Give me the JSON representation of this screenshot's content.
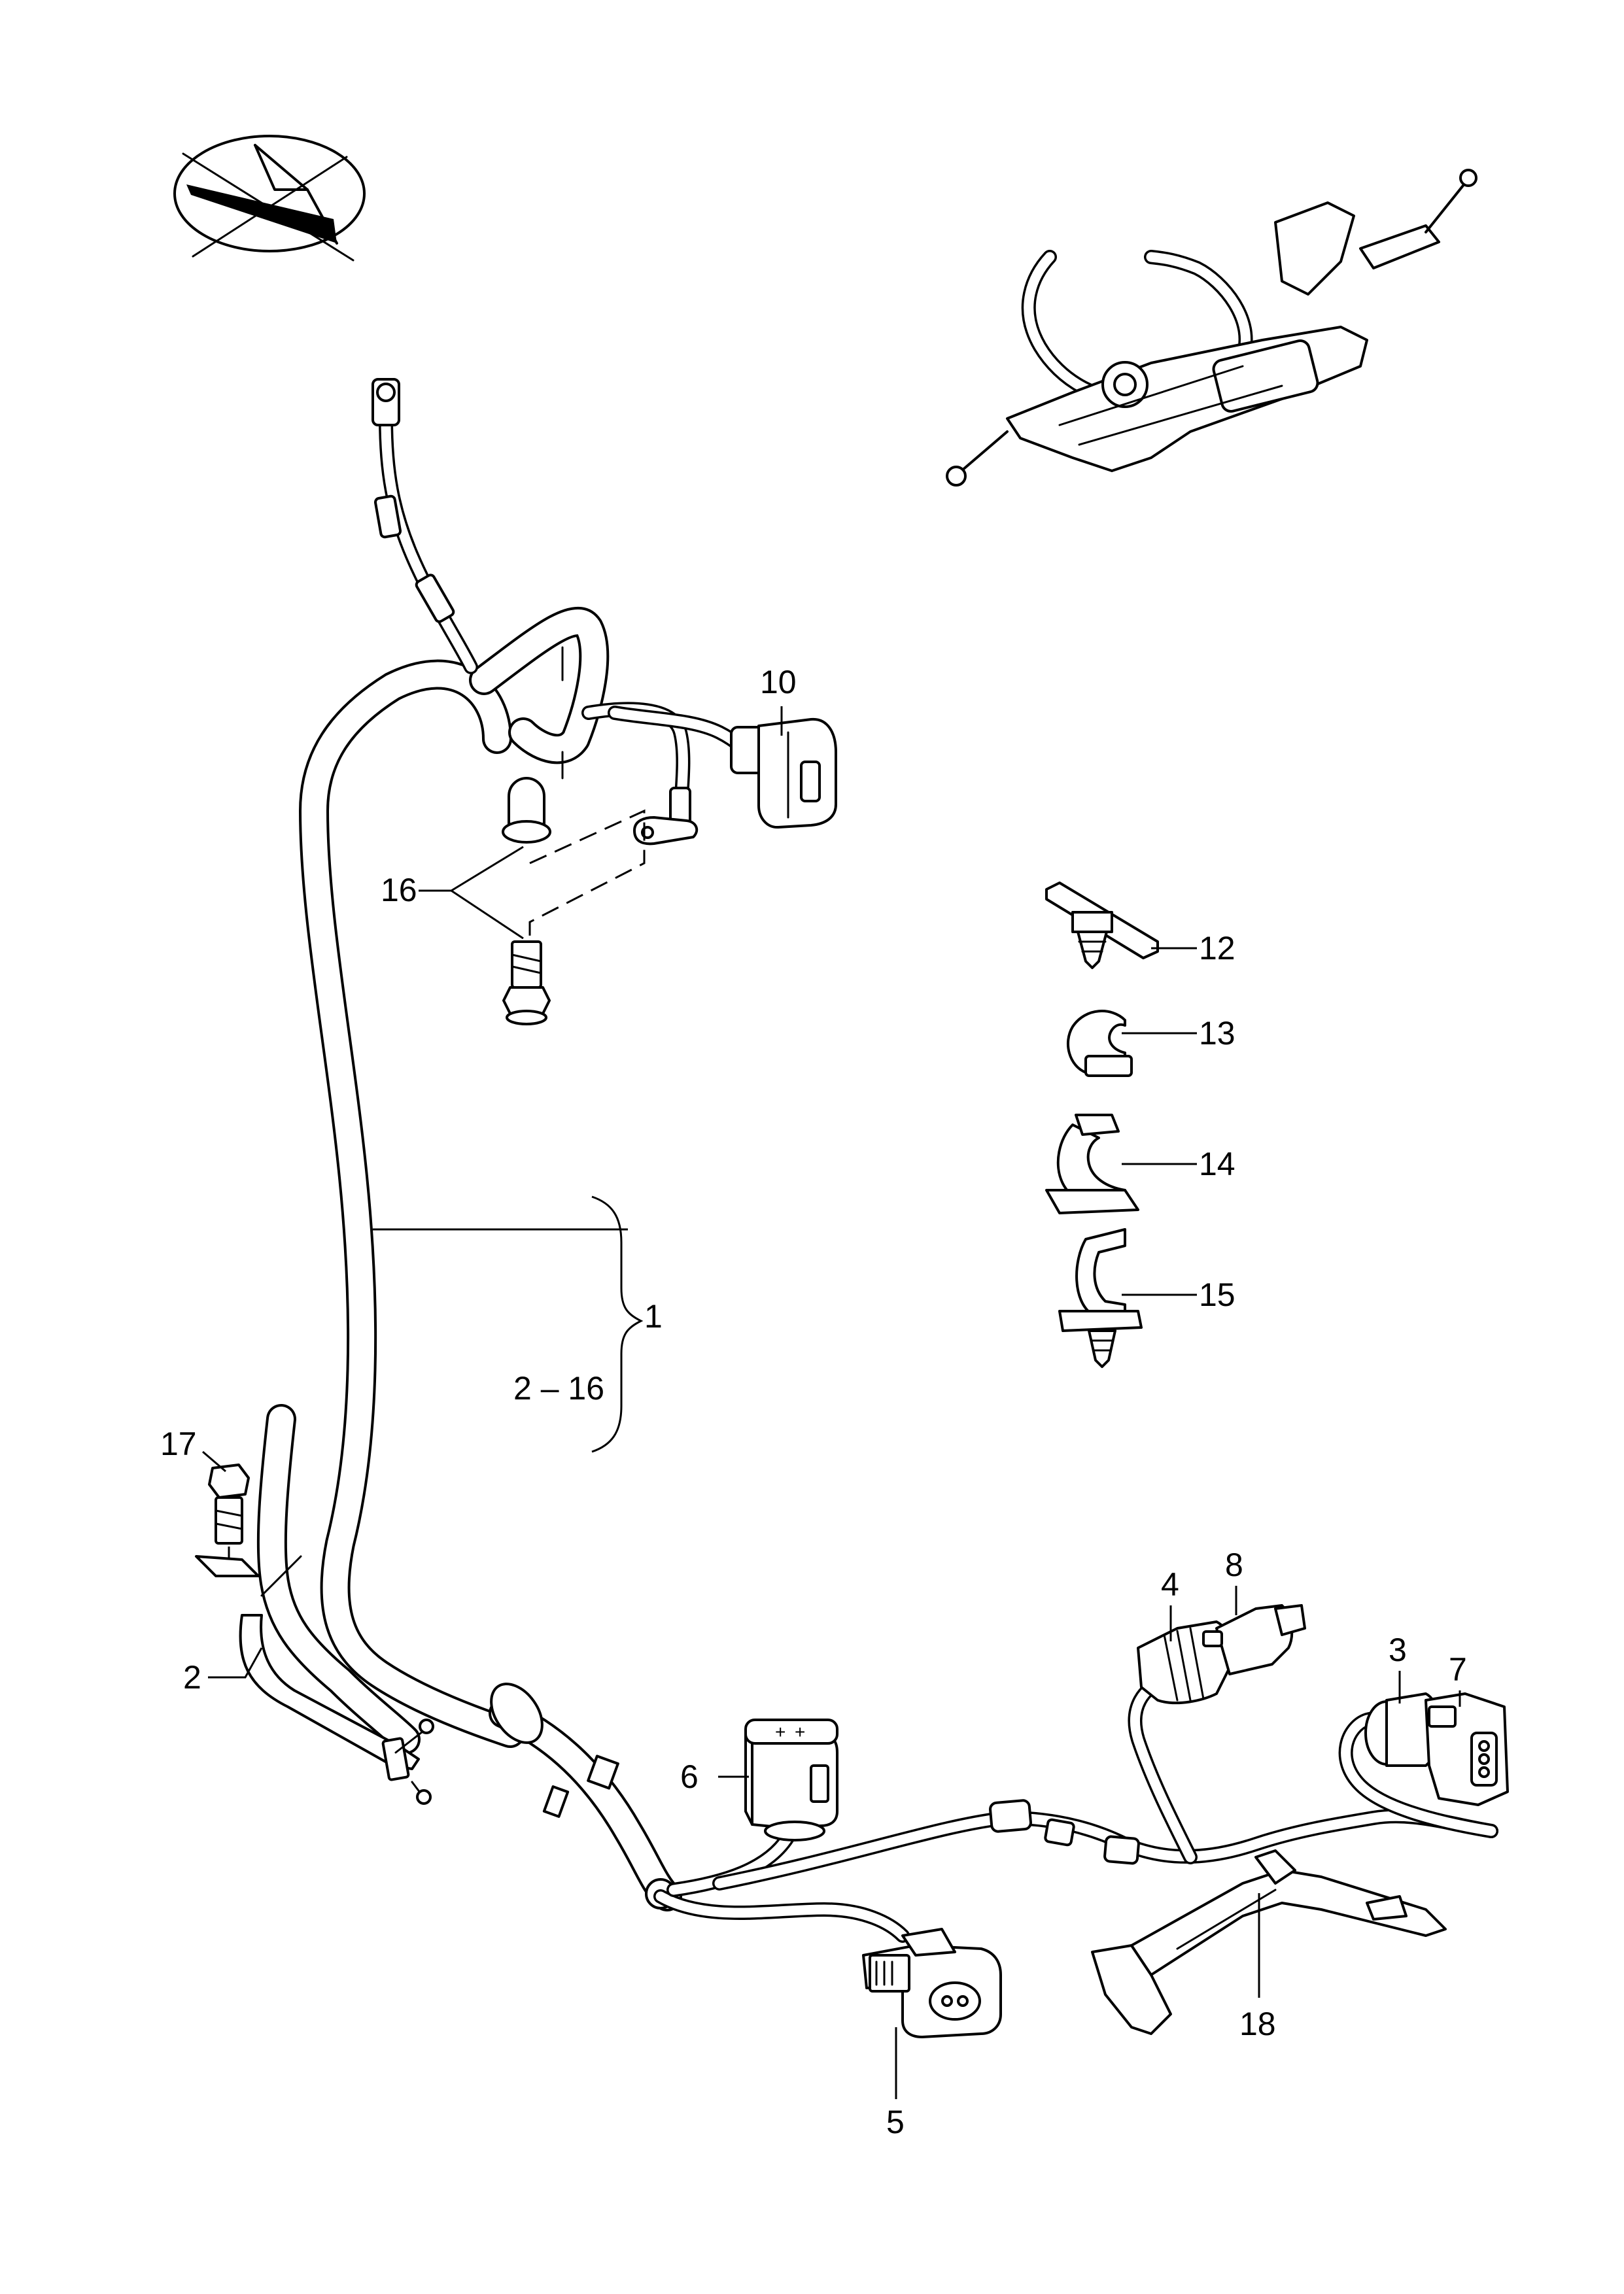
{
  "callouts": {
    "c1": "1",
    "c2_16": "2 – 16",
    "c2": "2",
    "c3": "3",
    "c4": "4",
    "c5": "5",
    "c6": "6",
    "c7": "7",
    "c8": "8",
    "c10": "10",
    "c12": "12",
    "c13": "13",
    "c14": "14",
    "c15": "15",
    "c16": "16",
    "c17": "17",
    "c18": "18"
  },
  "icons": {
    "orientation": "vehicle-orientation-icon",
    "overview": "steering-rack-overview"
  },
  "colors": {
    "line": "#000000",
    "background": "#ffffff"
  }
}
